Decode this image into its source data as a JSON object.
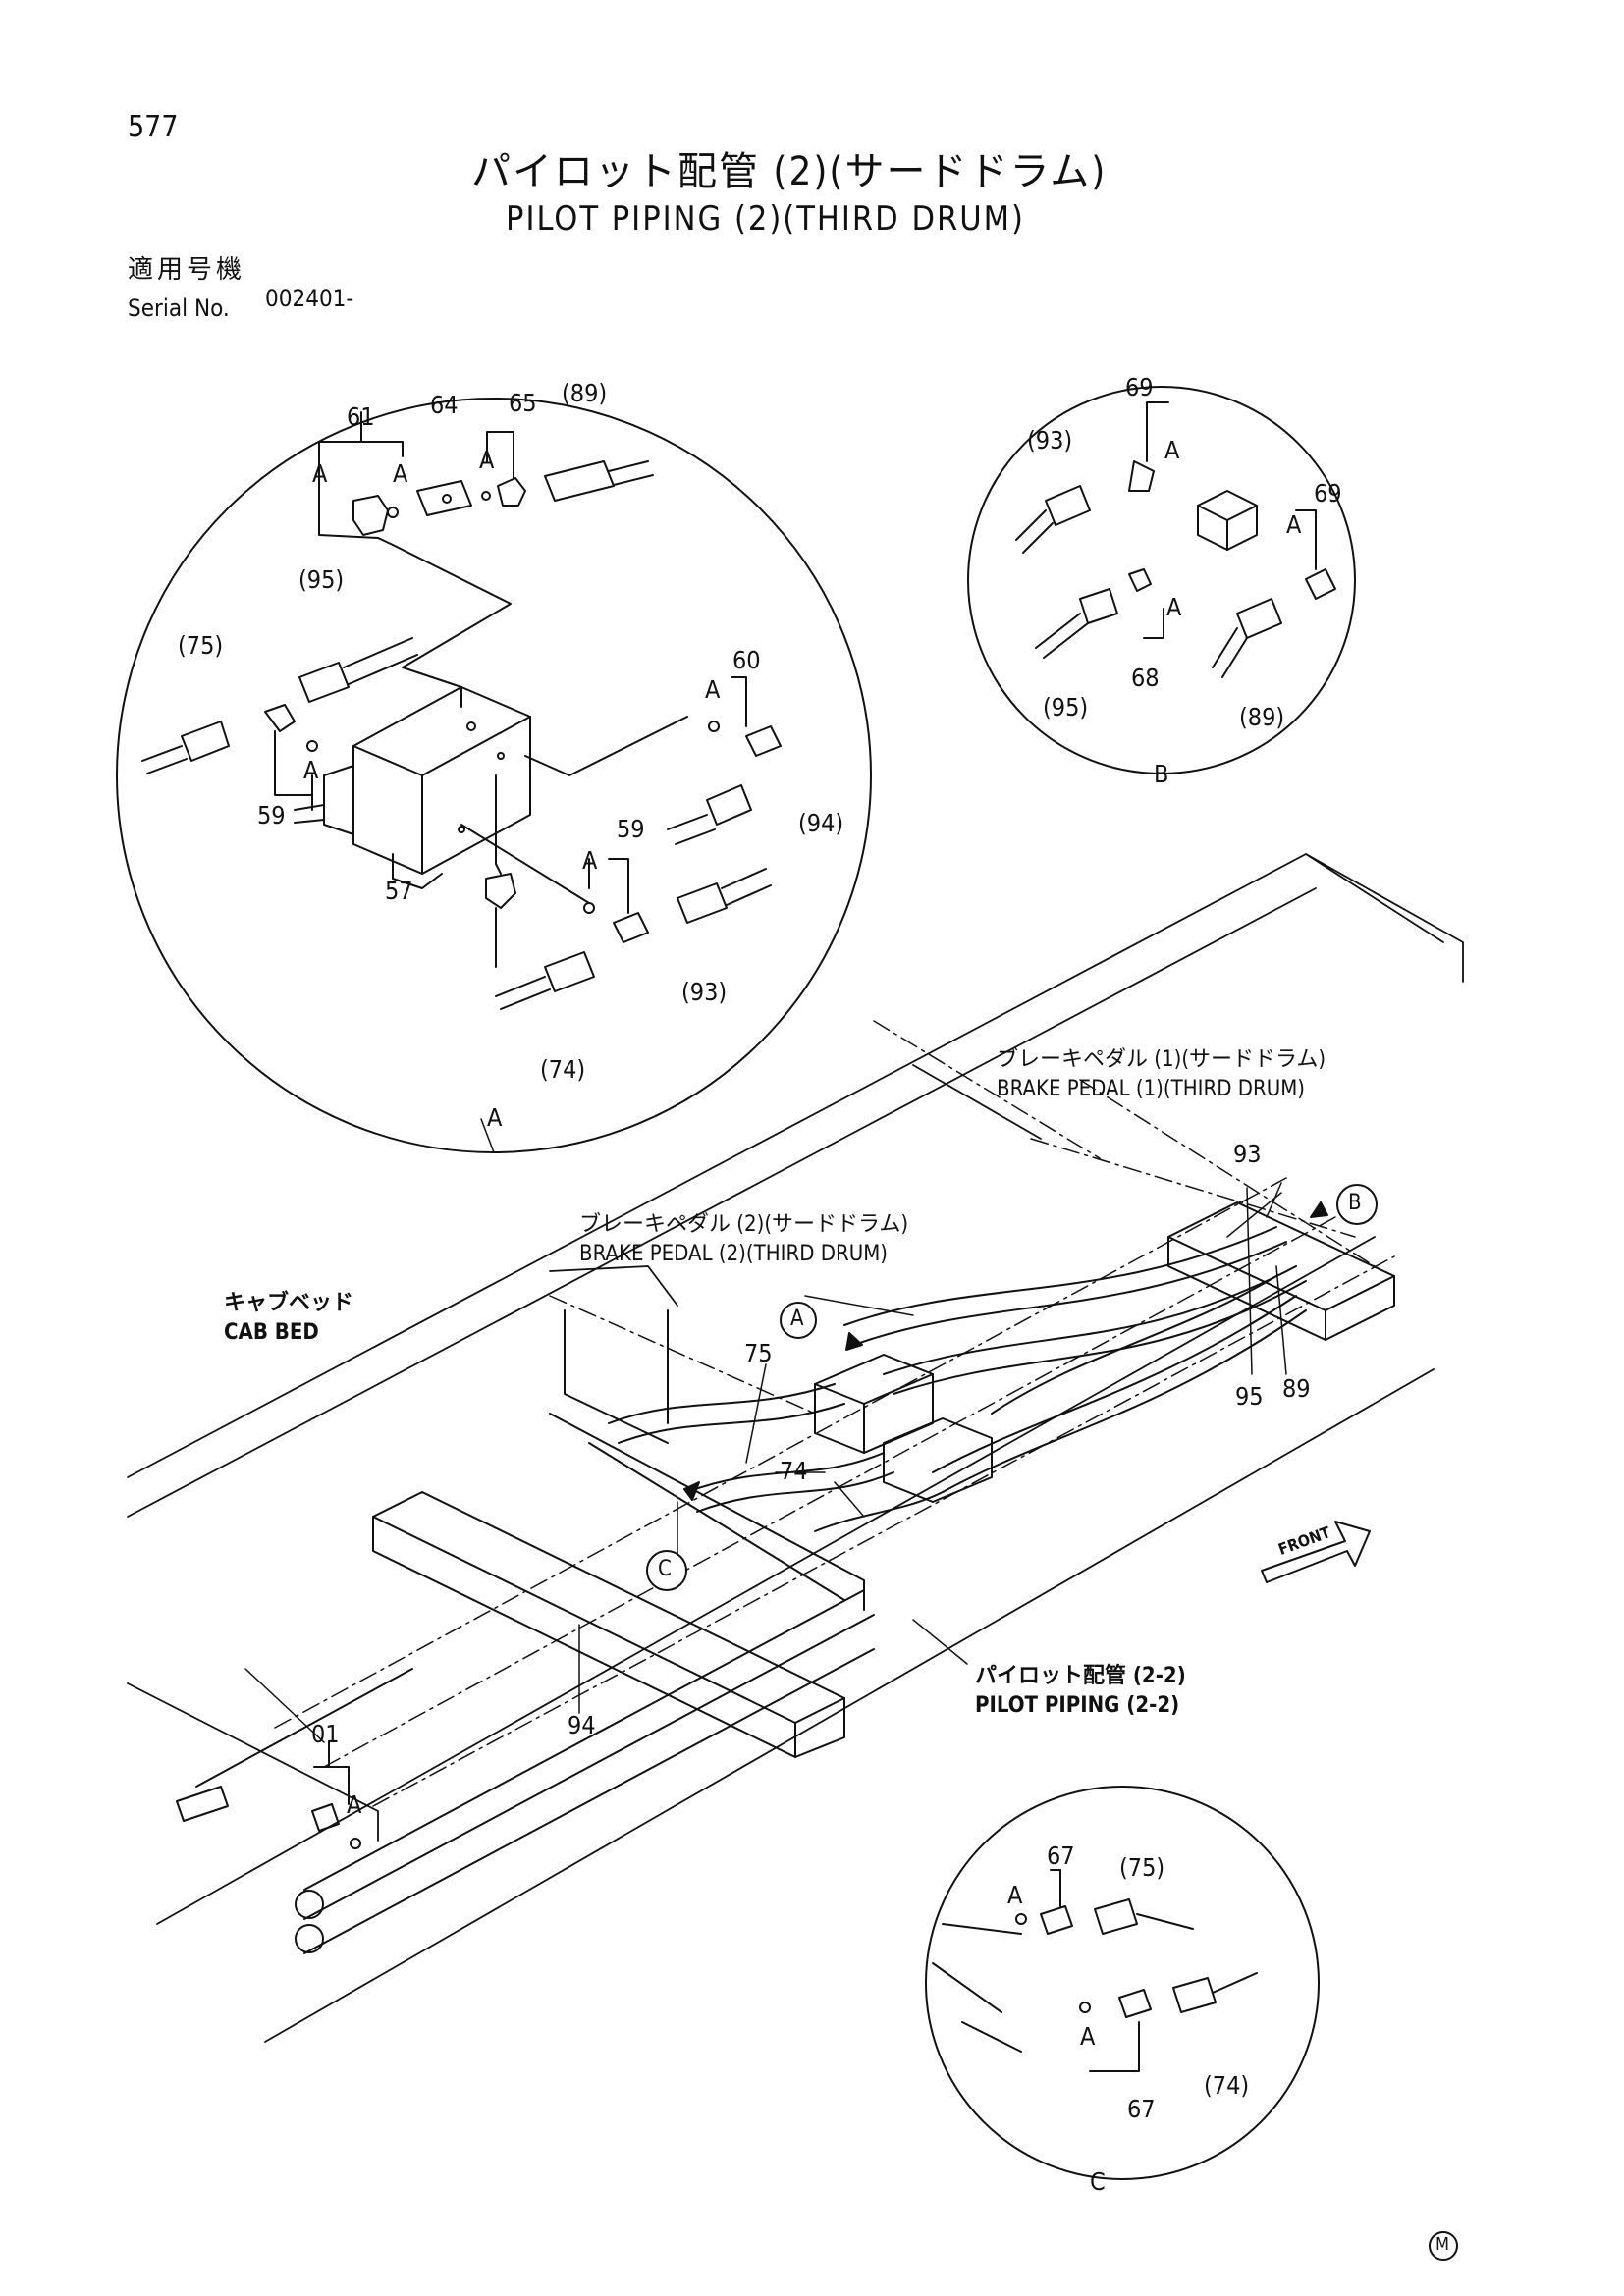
{
  "page": {
    "number": "577"
  },
  "title": {
    "jp": "パイロット配管 (2)(サードドラム)",
    "en": "PILOT PIPING (2)(THIRD DRUM)"
  },
  "serial": {
    "label_jp": "適用号機",
    "label_en": "Serial No.",
    "value": "002401-"
  },
  "detail_a": {
    "view_label": "A",
    "callouts": [
      "61",
      "64",
      "65",
      "(89)",
      "(95)",
      "(75)",
      "60",
      "59",
      "59",
      "(94)",
      "57",
      "(93)",
      "(74)"
    ],
    "letters": [
      "A",
      "A",
      "A",
      "A",
      "A",
      "A"
    ]
  },
  "detail_b": {
    "view_label": "B",
    "callouts": [
      "69",
      "(93)",
      "69",
      "(95)",
      "68",
      "(89)"
    ],
    "letters": [
      "A",
      "A",
      "A"
    ]
  },
  "detail_c": {
    "view_label": "C",
    "callouts": [
      "67",
      "(75)",
      "67",
      "(74)"
    ],
    "letters": [
      "A",
      "A"
    ]
  },
  "main_view": {
    "brake_pedal_1": {
      "jp": "ブレーキペダル (1)(サードドラム)",
      "en": "BRAKE PEDAL (1)(THIRD DRUM)"
    },
    "brake_pedal_2": {
      "jp": "ブレーキペダル (2)(サードドラム)",
      "en": "BRAKE PEDAL (2)(THIRD DRUM)"
    },
    "cab_bed": {
      "jp": "キャブベッド",
      "en": "CAB BED"
    },
    "pilot_piping": {
      "jp": "パイロット配管 (2-2)",
      "en": "PILOT PIPING (2-2)"
    },
    "callouts": [
      "93",
      "95",
      "89",
      "75",
      "74",
      "94",
      "01"
    ],
    "circle_markers": [
      "A",
      "B",
      "C"
    ],
    "letters": [
      "A"
    ],
    "front_label": "FRONT"
  },
  "mark": "M"
}
